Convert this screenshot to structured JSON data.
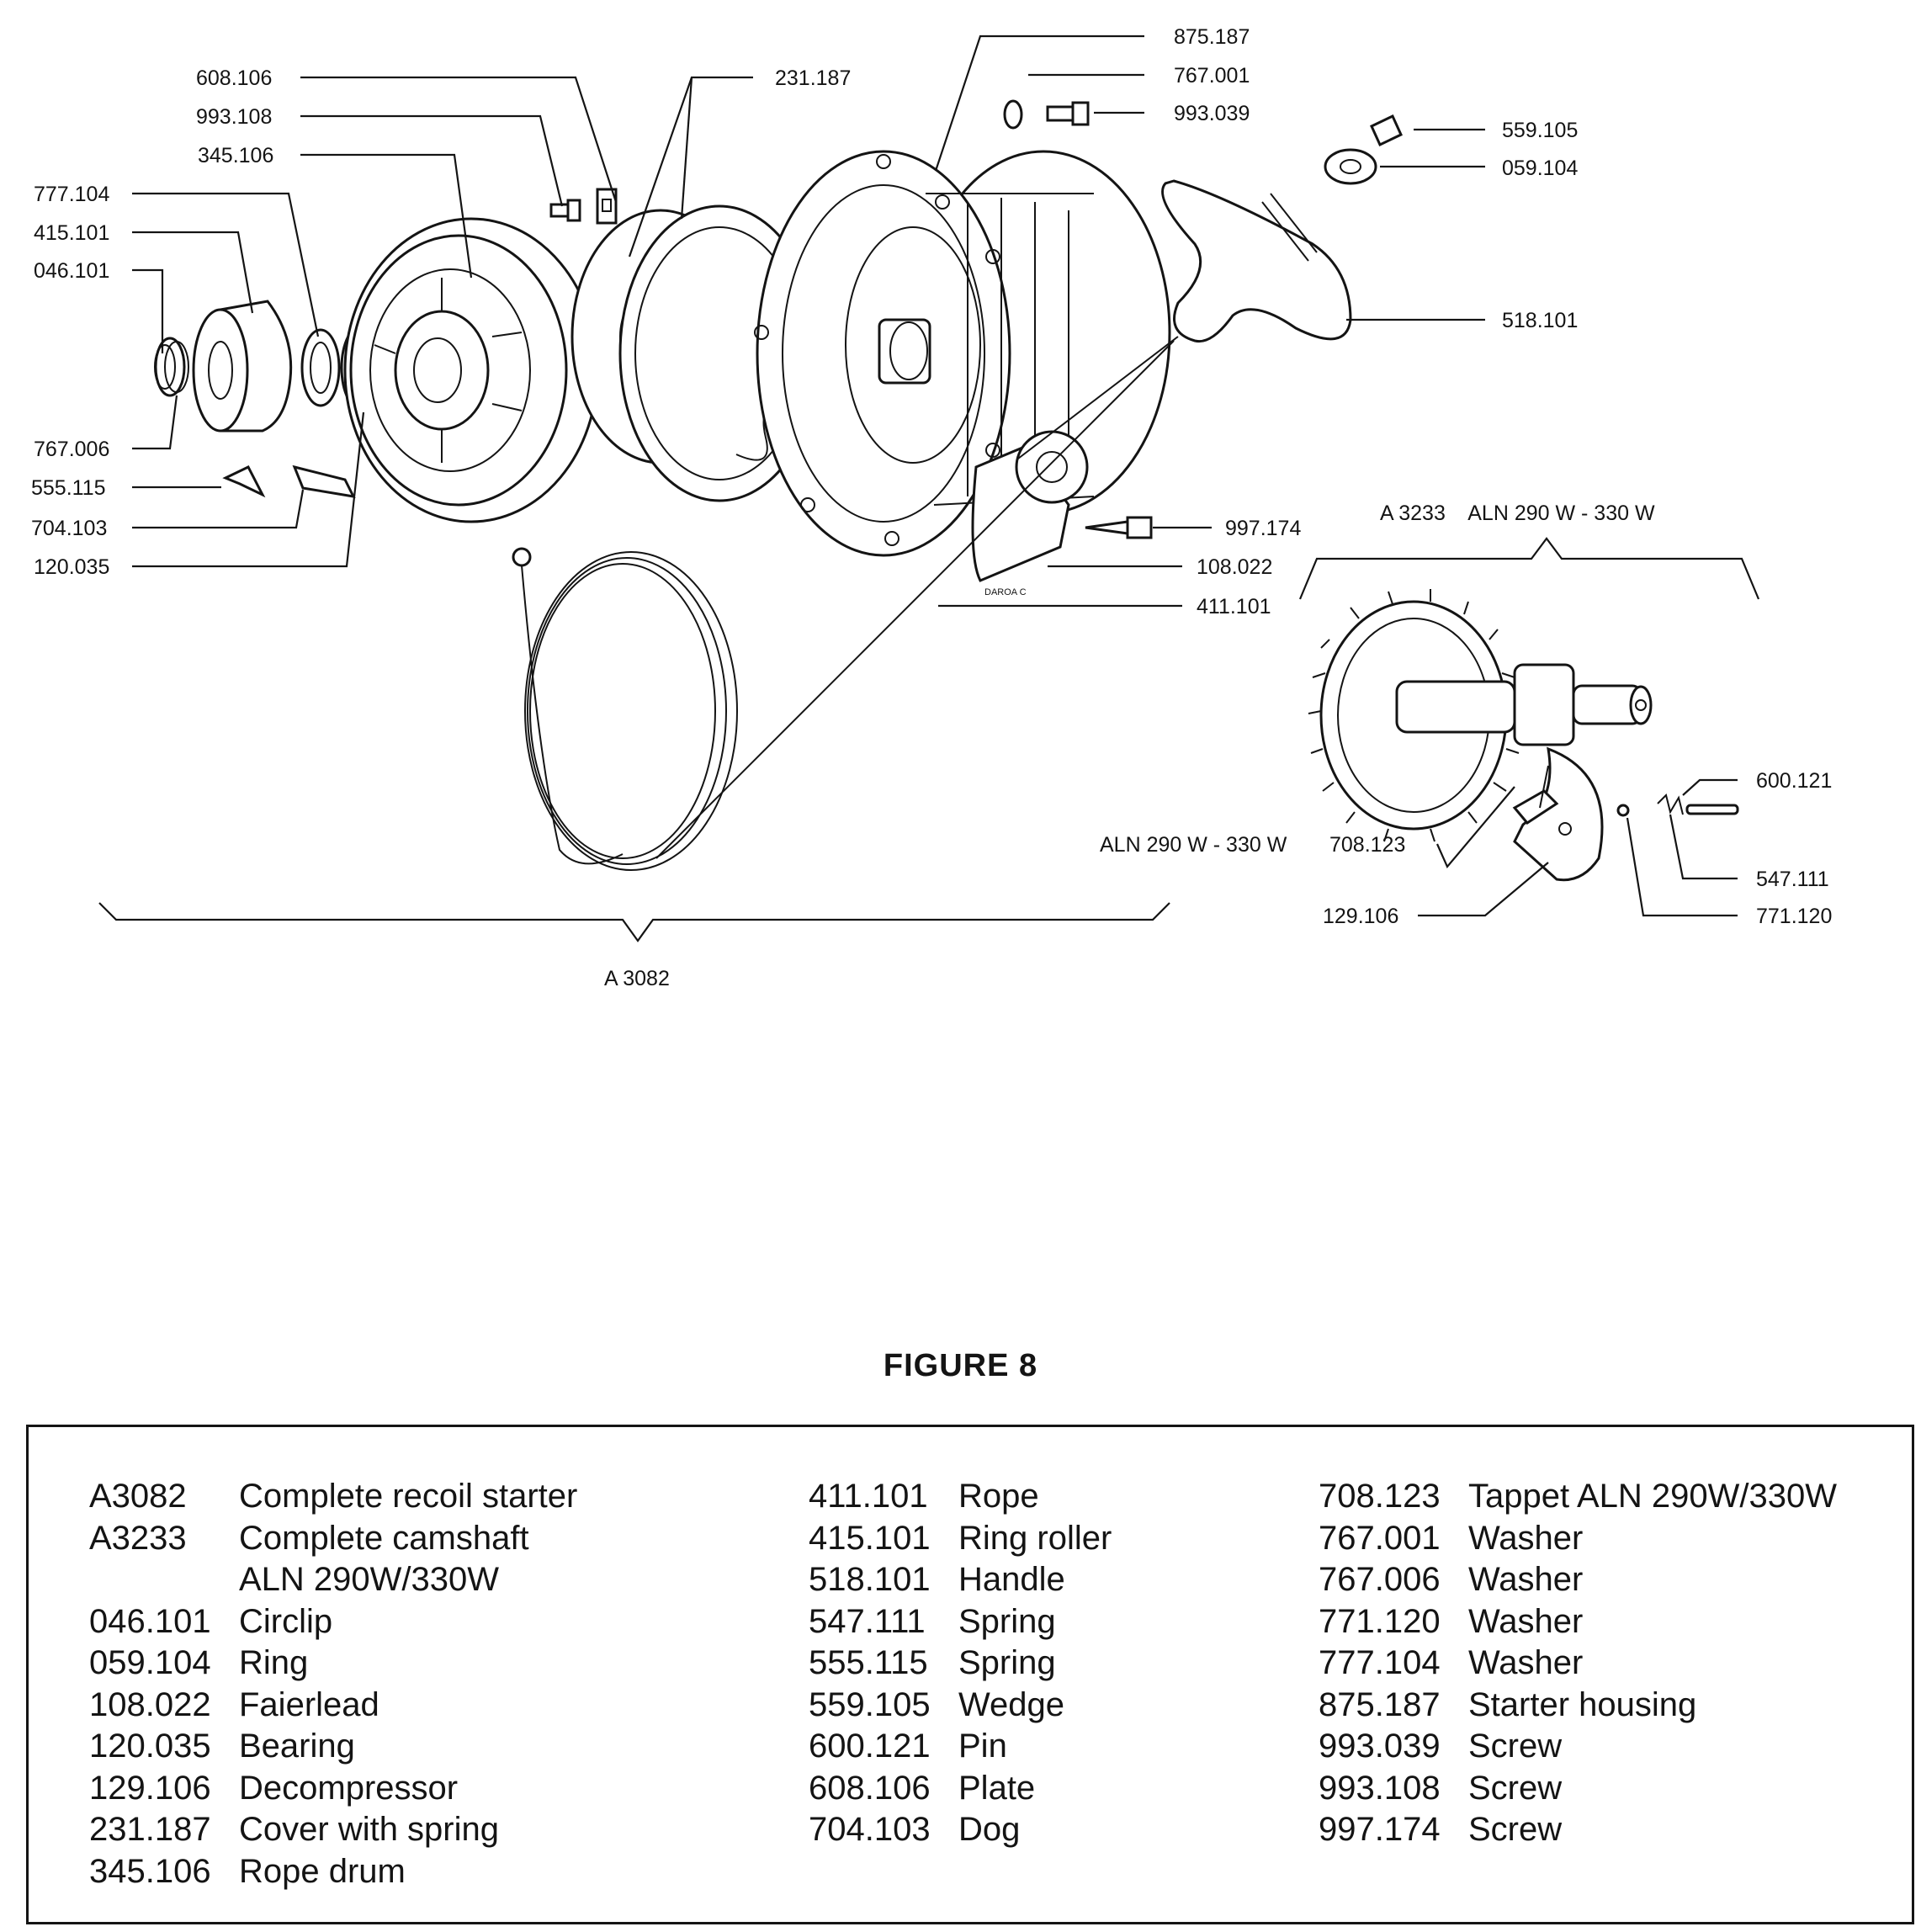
{
  "figure_title": "FIGURE 8",
  "callouts": {
    "c875187": "875.187",
    "c767001": "767.001",
    "c993039": "993.039",
    "c559105": "559.105",
    "c059104": "059.104",
    "c518101": "518.101",
    "c608106": "608.106",
    "c993108": "993.108",
    "c345106": "345.106",
    "c231187": "231.187",
    "c777104": "777.104",
    "c415101": "415.101",
    "c046101": "046.101",
    "c767006": "767.006",
    "c555115": "555.115",
    "c704103": "704.103",
    "c120035": "120.035",
    "c997174": "997.174",
    "c108022": "108.022",
    "c411101": "411.101",
    "a3233_header": "A 3233    ALN 290 W - 330 W",
    "a3082_label": "A 3082",
    "c600121": "600.121",
    "c547111": "547.111",
    "c771120": "771.120",
    "c129106": "129.106",
    "c708123": "708.123",
    "aln_label": "ALN 290 W - 330 W",
    "stamp": "DAROA C"
  },
  "legend": {
    "col1": [
      {
        "code": "A3082",
        "desc": "Complete recoil starter"
      },
      {
        "code": "A3233",
        "desc": "Complete camshaft"
      },
      {
        "code": "",
        "desc": "ALN 290W/330W"
      },
      {
        "code": "046.101",
        "desc": "Circlip"
      },
      {
        "code": "059.104",
        "desc": "Ring"
      },
      {
        "code": "108.022",
        "desc": "Faierlead"
      },
      {
        "code": "120.035",
        "desc": "Bearing"
      },
      {
        "code": "129.106",
        "desc": "Decompressor"
      },
      {
        "code": "231.187",
        "desc": "Cover with spring"
      },
      {
        "code": "345.106",
        "desc": "Rope drum"
      }
    ],
    "col2": [
      {
        "code": "411.101",
        "desc": "Rope"
      },
      {
        "code": "415.101",
        "desc": "Ring roller"
      },
      {
        "code": "518.101",
        "desc": "Handle"
      },
      {
        "code": "547.111",
        "desc": "Spring"
      },
      {
        "code": "555.115",
        "desc": "Spring"
      },
      {
        "code": "559.105",
        "desc": "Wedge"
      },
      {
        "code": "600.121",
        "desc": "Pin"
      },
      {
        "code": "608.106",
        "desc": "Plate"
      },
      {
        "code": "704.103",
        "desc": "Dog"
      }
    ],
    "col3": [
      {
        "code": "708.123",
        "desc": "Tappet ALN 290W/330W"
      },
      {
        "code": "767.001",
        "desc": "Washer"
      },
      {
        "code": "767.006",
        "desc": "Washer"
      },
      {
        "code": "771.120",
        "desc": "Washer"
      },
      {
        "code": "777.104",
        "desc": "Washer"
      },
      {
        "code": "875.187",
        "desc": "Starter housing"
      },
      {
        "code": "993.039",
        "desc": "Screw"
      },
      {
        "code": "993.108",
        "desc": "Screw"
      },
      {
        "code": "997.174",
        "desc": "Screw"
      }
    ]
  }
}
